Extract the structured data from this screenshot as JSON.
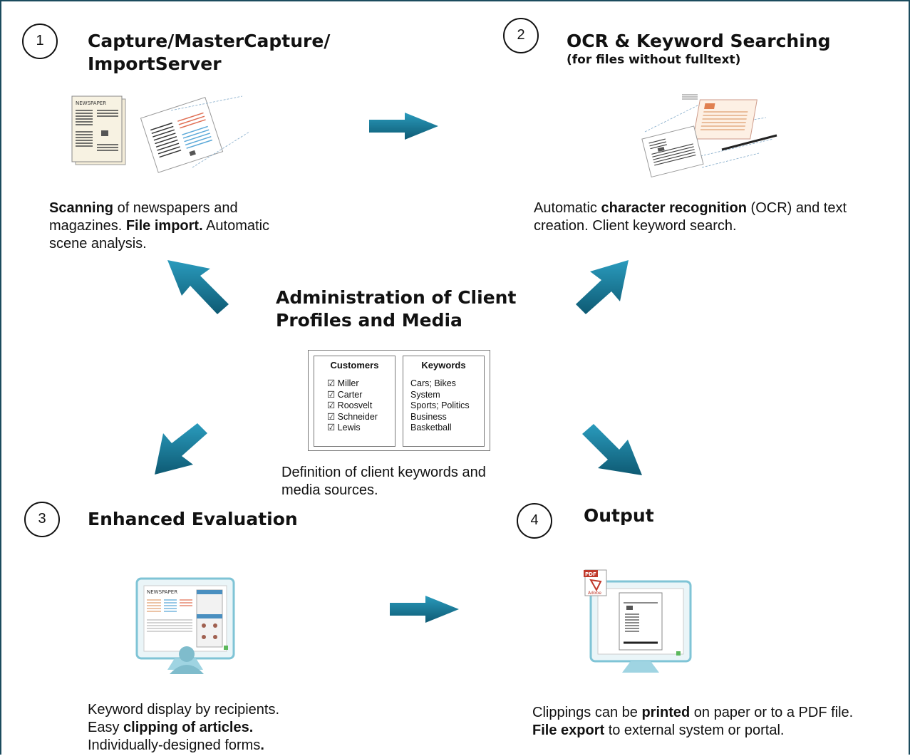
{
  "colors": {
    "frame": "#1b4b5e",
    "arrow": "#1e86a5",
    "arrow_dark": "#0e5a73"
  },
  "step1": {
    "number": "1",
    "title_line1": "Capture/MasterCapture/",
    "title_line2": "ImportServer",
    "desc_bold1": "Scanning",
    "desc_text1": " of newspapers and",
    "desc_text2": "magazines. ",
    "desc_bold2": "File import.",
    "desc_text3": " Automatic",
    "desc_text4": "scene analysis."
  },
  "step2": {
    "number": "2",
    "title": "OCR & Keyword Searching",
    "subtitle": "(for files without fulltext)",
    "desc_text1": "Automatic ",
    "desc_bold1": "character recognition",
    "desc_text2": " (OCR) and text",
    "desc_text3": "creation. Client keyword search."
  },
  "center": {
    "title_line1": "Administration of Client",
    "title_line2": "Profiles and Media",
    "desc_line1": "Definition of client keywords and",
    "desc_line2": "media sources.",
    "customers_header": "Customers",
    "keywords_header": "Keywords",
    "customers": [
      "☑  Miller",
      "☑  Carter",
      "☑  Roosvelt",
      "☑  Schneider",
      "☑  Lewis"
    ],
    "keywords": [
      "Cars; Bikes",
      "System",
      "Sports; Politics",
      "Business",
      "Basketball"
    ]
  },
  "step3": {
    "number": "3",
    "title": "Enhanced Evaluation",
    "desc_line1": "Keyword display by recipients.",
    "desc_text2": "Easy ",
    "desc_bold2": "clipping of articles.",
    "desc_text3": "Individually-designed forms",
    "desc_bold3": "."
  },
  "step4": {
    "number": "4",
    "title": "Output",
    "pdf_label": "PDF",
    "adobe_label": "Adobe",
    "desc_text1": "Clippings can be ",
    "desc_bold1": "printed",
    "desc_text2": " on paper or to a PDF file.",
    "desc_bold2": "File export",
    "desc_text3": " to external system or portal."
  },
  "newspaper_label": "NEWSPAPER"
}
